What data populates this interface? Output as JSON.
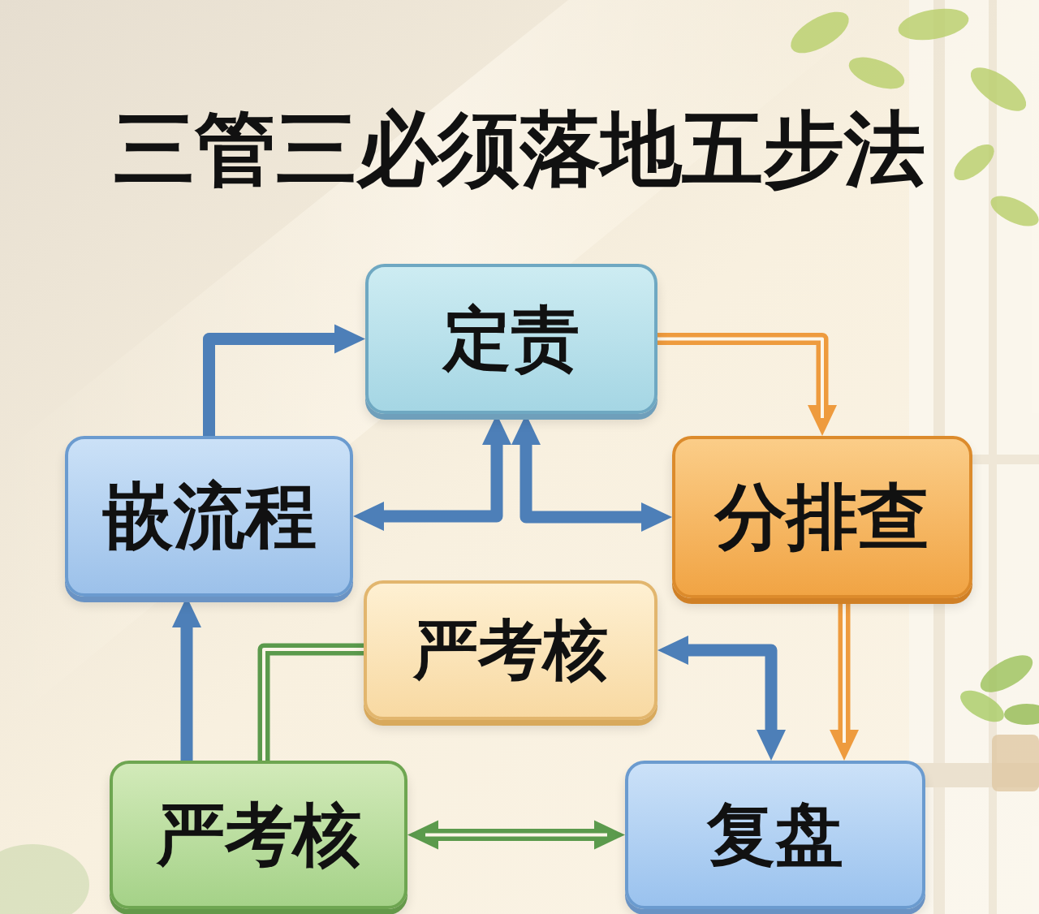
{
  "diagram": {
    "title": "三管三必须落地五步法",
    "nodes": [
      {
        "text": [
          "定责"
        ]
      },
      {
        "text": [
          "嵌流程"
        ]
      },
      {
        "text": [
          "分排查"
        ]
      },
      {
        "text": [
          "严考核"
        ]
      },
      {
        "text": [
          "严考核"
        ]
      },
      {
        "text": [
          "复盘"
        ]
      }
    ],
    "edges": [
      {
        "from": 1,
        "to": 0,
        "arrow": "to"
      },
      {
        "from": 0,
        "to": 2,
        "arrow": "to"
      },
      {
        "from": 0,
        "to": 1,
        "arrow": "both"
      },
      {
        "from": 0,
        "to": 2,
        "arrow": "both"
      },
      {
        "from": 2,
        "to": 5,
        "arrow": "to"
      },
      {
        "from": 3,
        "to": 5,
        "arrow": "both"
      },
      {
        "from": 4,
        "to": 1,
        "arrow": "to"
      },
      {
        "from": 4,
        "to": 3,
        "arrow": "none"
      },
      {
        "from": 4,
        "to": 5,
        "arrow": "both"
      }
    ]
  }
}
